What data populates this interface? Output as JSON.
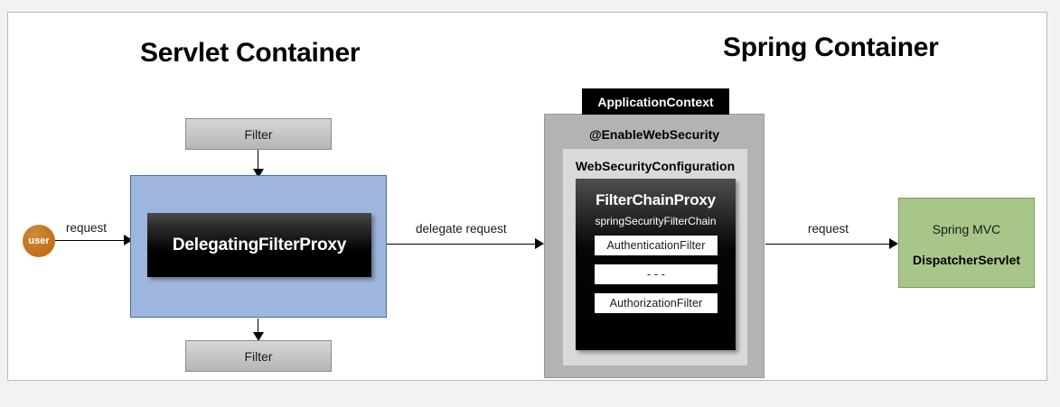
{
  "diagram": {
    "titles": {
      "servlet_container": "Servlet Container",
      "spring_container": "Spring Container"
    },
    "actor": {
      "label": "user"
    },
    "servlet_container": {
      "filter_top": "Filter",
      "filter_bottom": "Filter",
      "delegating_filter_proxy": "DelegatingFilterProxy"
    },
    "spring_container": {
      "application_context": "ApplicationContext",
      "enable_web_security": "@EnableWebSecurity",
      "web_security_configuration": "WebSecurityConfiguration",
      "filter_chain_proxy": {
        "title": "FilterChainProxy",
        "subtitle": "springSecurityFilterChain",
        "filters": [
          "AuthenticationFilter",
          "- - -",
          "AuthorizationFilter"
        ]
      }
    },
    "spring_mvc": {
      "title": "Spring MVC",
      "subtitle": "DispatcherServlet"
    },
    "edges": {
      "user_to_proxy": "request",
      "proxy_to_chain": "delegate request",
      "chain_to_mvc": "request"
    },
    "colors": {
      "page_background": "#f2f2f2",
      "card_background": "#ffffff",
      "servlet_proxy_fill": "#9eb6dd",
      "servlet_proxy_border": "#4472a8",
      "filter_fill": "#c6c6c6",
      "application_context_fill": "#b3b3b3",
      "web_security_config_fill": "#d9d9d9",
      "filter_chain_proxy_fill": "#000000",
      "spring_mvc_fill": "#a9c68a",
      "spring_mvc_border": "#7a9e5a",
      "user_fill": "#c4741f"
    }
  }
}
